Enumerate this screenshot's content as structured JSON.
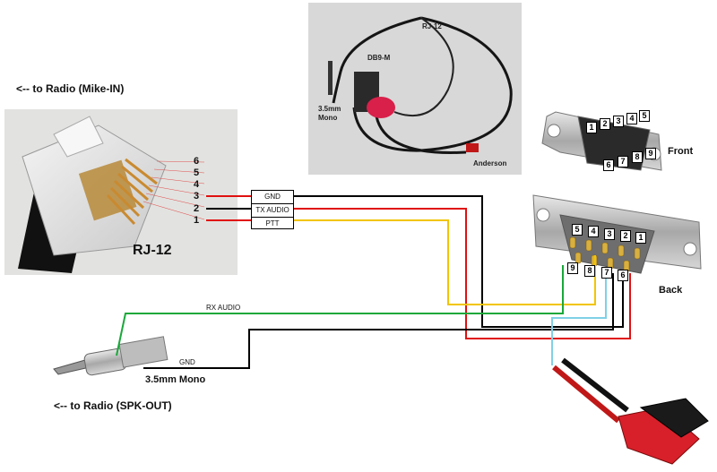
{
  "labels": {
    "radio_mike_in": "<-- to Radio (Mike-IN)",
    "radio_spk_out": "<-- to Radio (SPK-OUT)",
    "rj12": "RJ-12",
    "mono35": "3.5mm Mono",
    "front": "Front",
    "back": "Back"
  },
  "photo": {
    "rj12": "RJ-12",
    "db9m": "DB9-M",
    "mono_line1": "3.5mm",
    "mono_line2": "Mono",
    "anderson": "Anderson"
  },
  "rj12_pins": [
    "6",
    "5",
    "4",
    "3",
    "2",
    "1"
  ],
  "rj12_signals": [
    "GND",
    "TX AUDIO",
    "PTT"
  ],
  "wire_labels": {
    "rx_audio": "RX AUDIO",
    "gnd": "GND"
  },
  "db9_front_pins": [
    "1",
    "2",
    "3",
    "4",
    "5",
    "6",
    "7",
    "8",
    "9"
  ],
  "db9_back_pins": [
    "5",
    "4",
    "3",
    "2",
    "1",
    "9",
    "8",
    "7",
    "6"
  ],
  "colors": {
    "gnd_wire": "#000000",
    "tx_wire": "#e01010",
    "ptt_wire": "#f2c500",
    "rx_wire": "#19a83a",
    "cyan_wire": "#7fd0e6",
    "anderson_red": "#d8202a"
  }
}
